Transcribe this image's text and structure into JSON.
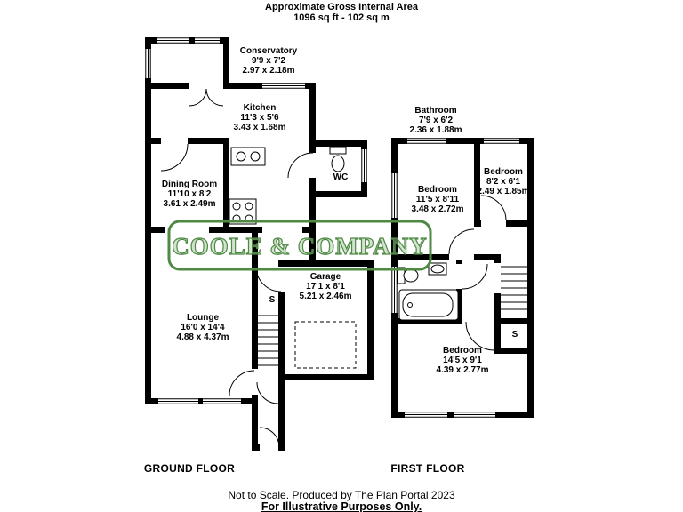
{
  "header": {
    "line1": "Approximate Gross Internal Area",
    "line2": "1096 sq ft - 102 sq m"
  },
  "watermark": {
    "text": "COOLE & COMPANY"
  },
  "ground_floor": {
    "title": "GROUND FLOOR",
    "conservatory": {
      "name": "Conservatory",
      "imperial": "9'9 x 7'2",
      "metric": "2.97 x 2.18m"
    },
    "kitchen": {
      "name": "Kitchen",
      "imperial": "11'3 x 5'6",
      "metric": "3.43 x 1.68m"
    },
    "wc": {
      "name": "WC"
    },
    "dining": {
      "name": "Dining Room",
      "imperial": "11'10 x 8'2",
      "metric": "3.61 x 2.49m"
    },
    "garage": {
      "name": "Garage",
      "imperial": "17'1 x 8'1",
      "metric": "5.21 x 2.46m"
    },
    "lounge": {
      "name": "Lounge",
      "imperial": "16'0 x 14'4",
      "metric": "4.88 x 4.37m"
    },
    "store": {
      "name": "S"
    }
  },
  "first_floor": {
    "title": "FIRST FLOOR",
    "bathroom": {
      "name": "Bathroom",
      "imperial": "7'9 x 6'2",
      "metric": "2.36 x 1.88m"
    },
    "bedroom_left": {
      "name": "Bedroom",
      "imperial": "11'5 x 8'11",
      "metric": "3.48 x 2.72m"
    },
    "bedroom_right": {
      "name": "Bedroom",
      "imperial": "8'2 x 6'1",
      "metric": "2.49 x 1.85m"
    },
    "bedroom_bottom": {
      "name": "Bedroom",
      "imperial": "14'5 x 9'1",
      "metric": "4.39 x 2.77m"
    },
    "store": {
      "name": "S"
    }
  },
  "footer": {
    "line1": "Not to Scale. Produced by The Plan Portal 2023",
    "line2": "For Illustrative Purposes Only."
  },
  "colors": {
    "wall": "#000000",
    "watermark": "#4f8a45"
  }
}
